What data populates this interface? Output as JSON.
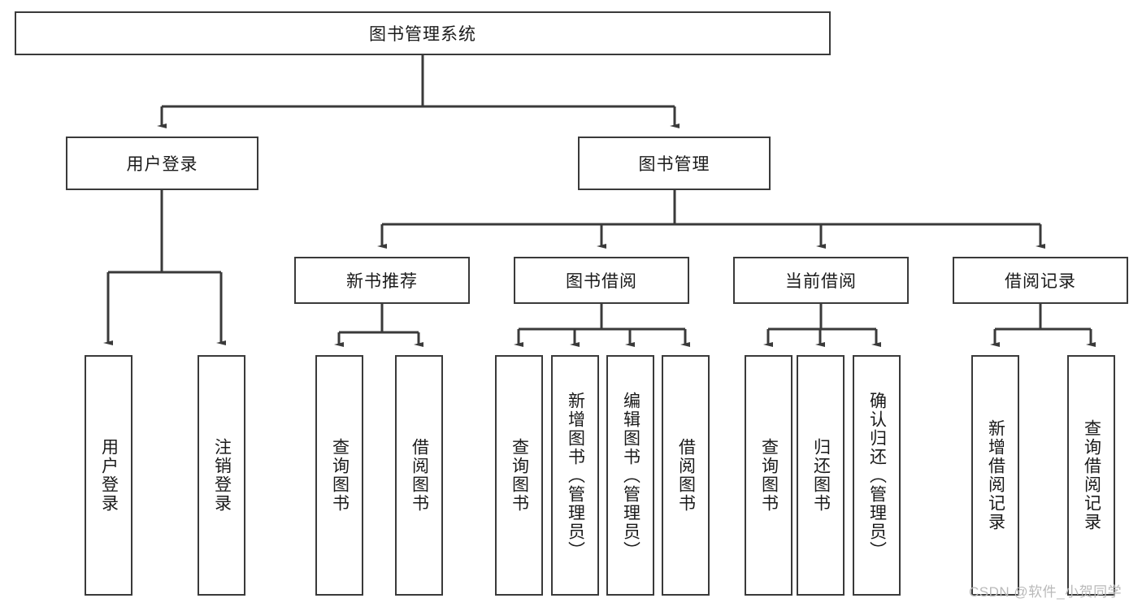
{
  "diagram": {
    "title": "图书管理系统",
    "type": "hierarchy-tree",
    "colors": {
      "border": "#3a3a3a",
      "fill": "#ffffff",
      "text": "#1a1a1a",
      "watermark": "#b9b9b9"
    },
    "root": {
      "label": "图书管理系统"
    },
    "level2": [
      {
        "label": "用户登录"
      },
      {
        "label": "图书管理"
      }
    ],
    "level3": [
      {
        "label": "新书推荐"
      },
      {
        "label": "图书借阅"
      },
      {
        "label": "当前借阅"
      },
      {
        "label": "借阅记录"
      }
    ],
    "leaves": {
      "user_login": [
        {
          "label": "用户登录"
        },
        {
          "label": "注销登录"
        }
      ],
      "new_book": [
        {
          "label": "查询图书"
        },
        {
          "label": "借阅图书"
        }
      ],
      "book_borrow": [
        {
          "label": "查询图书"
        },
        {
          "label": "新增图书（管理员）"
        },
        {
          "label": "编辑图书（管理员）"
        },
        {
          "label": "借阅图书"
        }
      ],
      "current_borrow": [
        {
          "label": "查询图书"
        },
        {
          "label": "归还图书"
        },
        {
          "label": "确认归还（管理员）"
        }
      ],
      "borrow_record": [
        {
          "label": "新增借阅记录"
        },
        {
          "label": "查询借阅记录"
        }
      ]
    }
  },
  "watermark": "CSDN @软件_小贺同学"
}
